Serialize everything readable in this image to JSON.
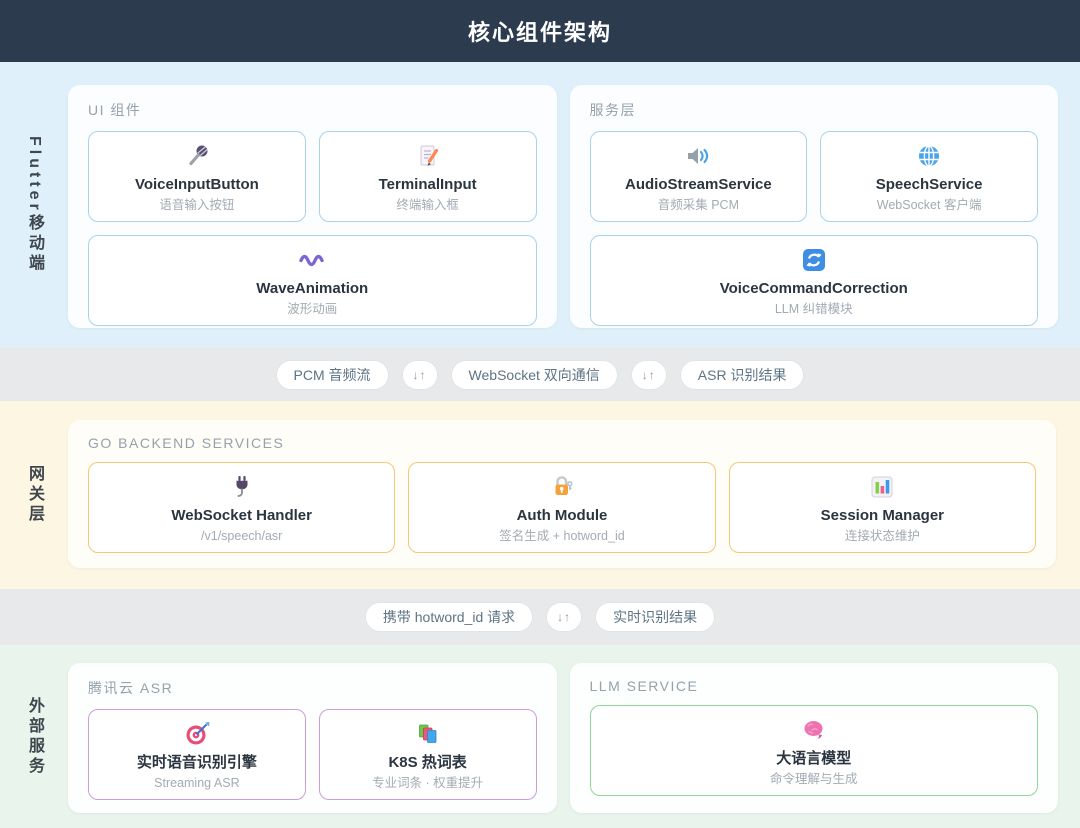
{
  "header": {
    "title": "核心组件架构"
  },
  "colors": {
    "header_bg": "#2d3b4e",
    "flutter_layer_bg": "#dff0fa",
    "gateway_layer_bg": "#fdf6e3",
    "external_layer_bg": "#e8f4ec",
    "connector_band_bg": "#e8e9eb",
    "card_border_blue": "#a8d2ee",
    "card_border_orange": "#f3c878",
    "card_border_purple": "#cb9ddb",
    "card_border_green": "#8ed69b"
  },
  "layers": [
    {
      "label": "Flutter移动端",
      "panels": [
        {
          "title": "UI 组件",
          "cards": [
            {
              "icon": "microphone-icon",
              "title": "VoiceInputButton",
              "subtitle": "语音输入按钮"
            },
            {
              "icon": "memo-icon",
              "title": "TerminalInput",
              "subtitle": "终端输入框"
            },
            {
              "icon": "wave-icon",
              "title": "WaveAnimation",
              "subtitle": "波形动画"
            }
          ]
        },
        {
          "title": "服务层",
          "cards": [
            {
              "icon": "speaker-icon",
              "title": "AudioStreamService",
              "subtitle": "音频采集 PCM"
            },
            {
              "icon": "globe-icon",
              "title": "SpeechService",
              "subtitle": "WebSocket 客户端"
            },
            {
              "icon": "refresh-icon",
              "title": "VoiceCommandCorrection",
              "subtitle": "LLM 纠错模块"
            }
          ]
        }
      ]
    },
    {
      "label": "网关层",
      "panels": [
        {
          "title": "GO BACKEND SERVICES",
          "cards": [
            {
              "icon": "plug-icon",
              "title": "WebSocket Handler",
              "subtitle": "/v1/speech/asr"
            },
            {
              "icon": "lock-icon",
              "title": "Auth Module",
              "subtitle": "签名生成 + hotword_id"
            },
            {
              "icon": "bar-chart-icon",
              "title": "Session Manager",
              "subtitle": "连接状态维护"
            }
          ]
        }
      ]
    },
    {
      "label": "外部服务",
      "panels": [
        {
          "title": "腾讯云 ASR",
          "cards": [
            {
              "icon": "target-icon",
              "title": "实时语音识别引擎",
              "subtitle": "Streaming ASR"
            },
            {
              "icon": "books-icon",
              "title": "K8S 热词表",
              "subtitle": "专业词条 · 权重提升"
            }
          ]
        },
        {
          "title": "LLM SERVICE",
          "cards": [
            {
              "icon": "brain-icon",
              "title": "大语言模型",
              "subtitle": "命令理解与生成"
            }
          ]
        }
      ]
    }
  ],
  "connectors": [
    {
      "pills": [
        "PCM 音频流",
        "↓↑",
        "WebSocket 双向通信",
        "↓↑",
        "ASR 识别结果"
      ]
    },
    {
      "pills": [
        "携带 hotword_id 请求",
        "↓↑",
        "实时识别结果"
      ]
    }
  ]
}
